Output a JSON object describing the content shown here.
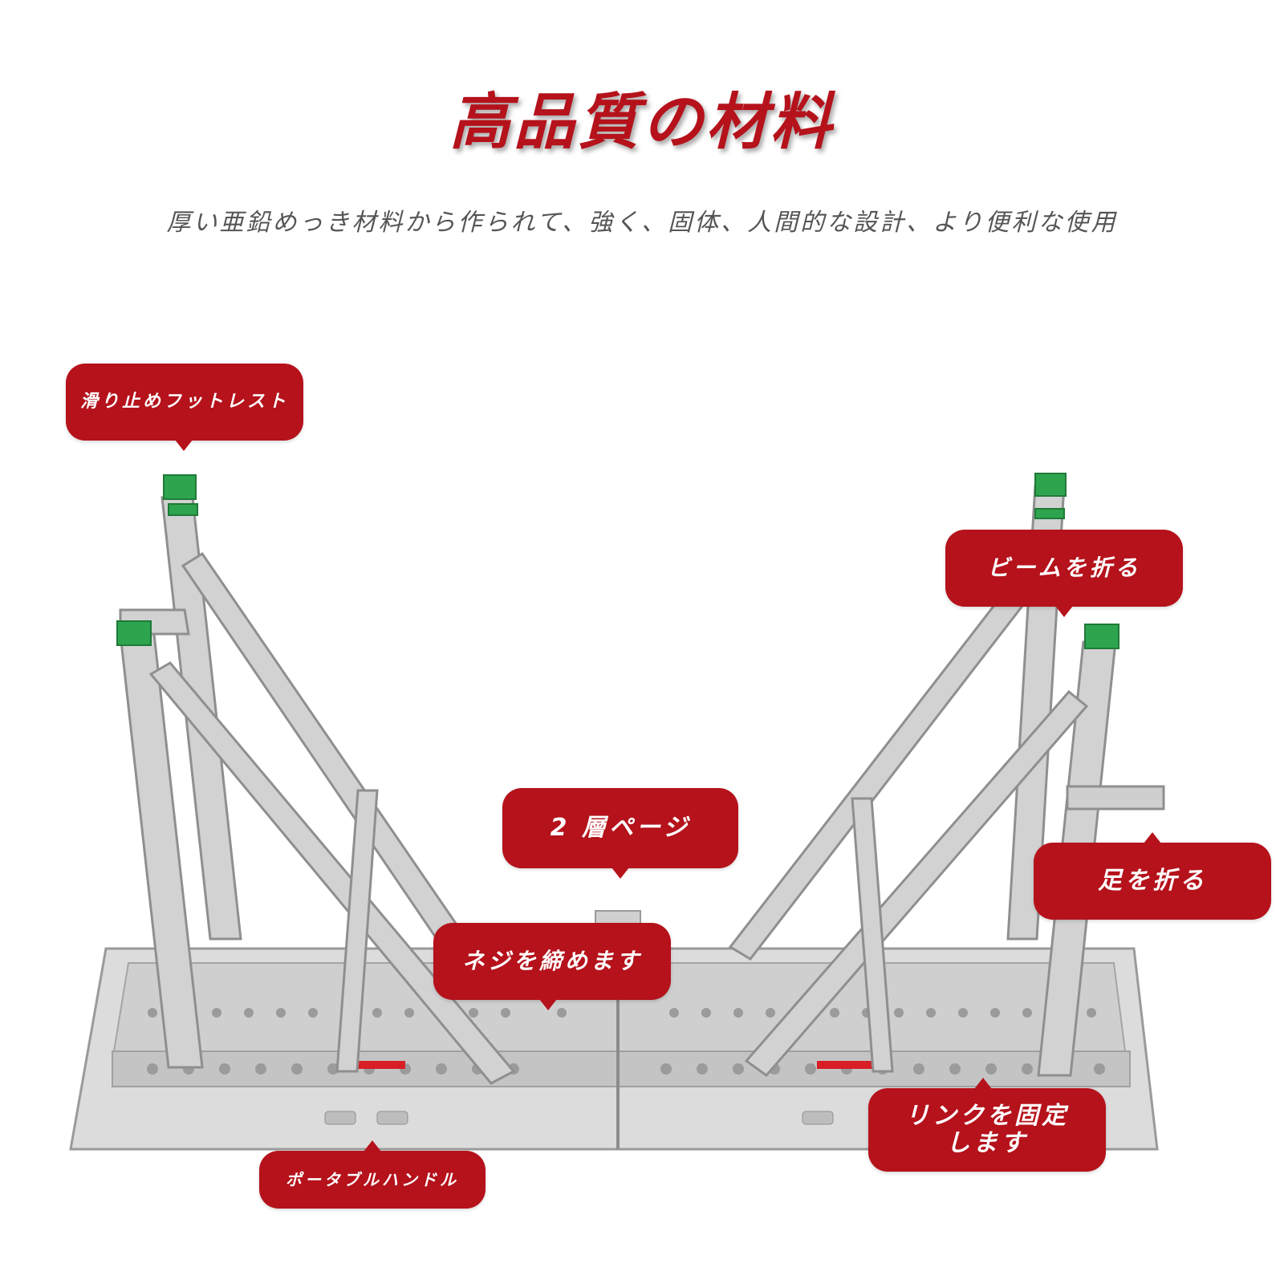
{
  "header": {
    "title": "高品質の材料",
    "subtitle": "厚い亜鉛めっき材料から作られて、強く、固体、人間的な設計、より便利な使用"
  },
  "callouts": {
    "footrest": "滑り止めフットレスト",
    "fold_beam": "ビームを折る",
    "two_layer": "2 層ページ",
    "fold_leg": "足を折る",
    "tighten_screw": "ネジを締めます",
    "fix_link": "リンクを固定\nします",
    "portable_handle": "ポータブルハンドル"
  },
  "colors": {
    "accent": "#b5121b",
    "frame": "#c9c9c9",
    "foot_cap": "#2ea44f",
    "lock_lever": "#d71f26"
  }
}
